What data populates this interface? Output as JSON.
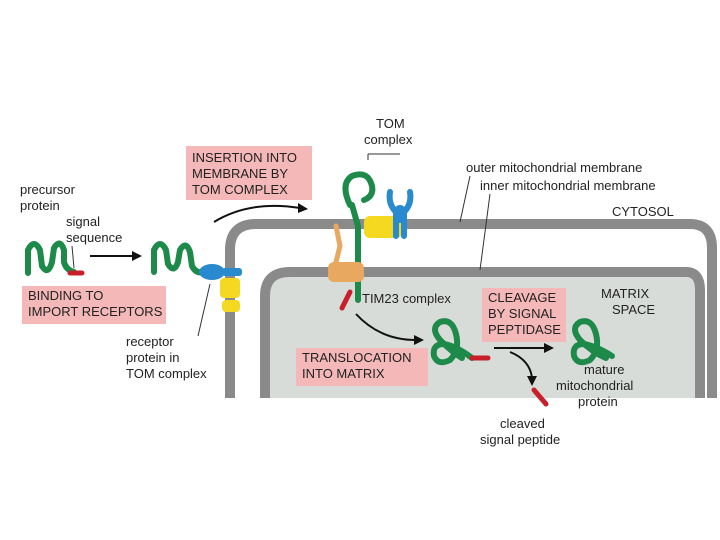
{
  "labels": {
    "precursor": [
      "precursor",
      "protein"
    ],
    "signal_sequence": [
      "signal",
      "sequence"
    ],
    "binding": [
      "BINDING TO",
      "IMPORT RECEPTORS"
    ],
    "receptor": [
      "receptor",
      "protein in",
      "TOM complex"
    ],
    "insertion": [
      "INSERTION INTO",
      "MEMBRANE BY",
      "TOM COMPLEX"
    ],
    "tom_complex": [
      "TOM",
      "complex"
    ],
    "outer_membrane": "outer mitochondrial membrane",
    "inner_membrane": "inner mitochondrial membrane",
    "cytosol": "CYTOSOL",
    "tim23": "TIM23 complex",
    "cleavage": [
      "CLEAVAGE",
      "BY SIGNAL",
      "PEPTIDASE"
    ],
    "matrix_space": [
      "MATRIX",
      "SPACE"
    ],
    "translocation": [
      "TRANSLOCATION",
      "INTO MATRIX"
    ],
    "mature": [
      "mature",
      "mitochondrial",
      "protein"
    ],
    "cleaved": [
      "cleaved",
      "signal peptide"
    ]
  },
  "colors": {
    "protein_green": "#1e8a4a",
    "signal_red": "#c8202a",
    "receptor_blue": "#2a8ad0",
    "tom_yellow": "#f5d820",
    "tim_orange": "#e8a860",
    "membrane_gray": "#8a8a8a",
    "matrix_fill": "#d8dcd8",
    "label_box_pink": "#f4b8b8"
  }
}
